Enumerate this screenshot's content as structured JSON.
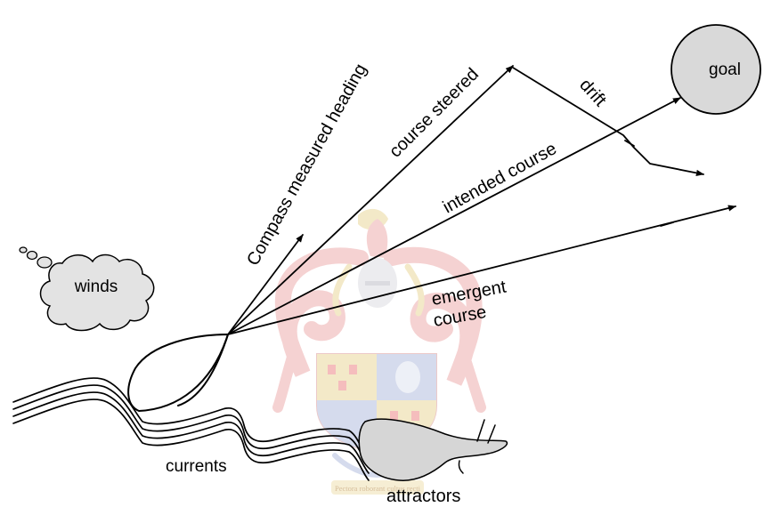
{
  "labels": {
    "goal": "goal",
    "drift": "drift",
    "course_steered": "course steered",
    "compass_heading": "Compass measured heading",
    "intended_course": "intended course",
    "emergent_course_line1": "emergent",
    "emergent_course_line2": "course",
    "winds": "winds",
    "currents": "currents",
    "attractors": "attractors",
    "watermark_motto": "Pectora roborant cultus recti"
  },
  "colors": {
    "ink": "#000000",
    "cloud_fill": "#e3e3e3",
    "goal_fill": "#d9d9d9",
    "attractor_fill": "#d6d6d6",
    "watermark_red": "#f2c4c4",
    "watermark_blue": "#c8cfe8",
    "watermark_gold": "#f0e2b6"
  },
  "icons": {
    "watermark": "university-crest-watermark"
  }
}
